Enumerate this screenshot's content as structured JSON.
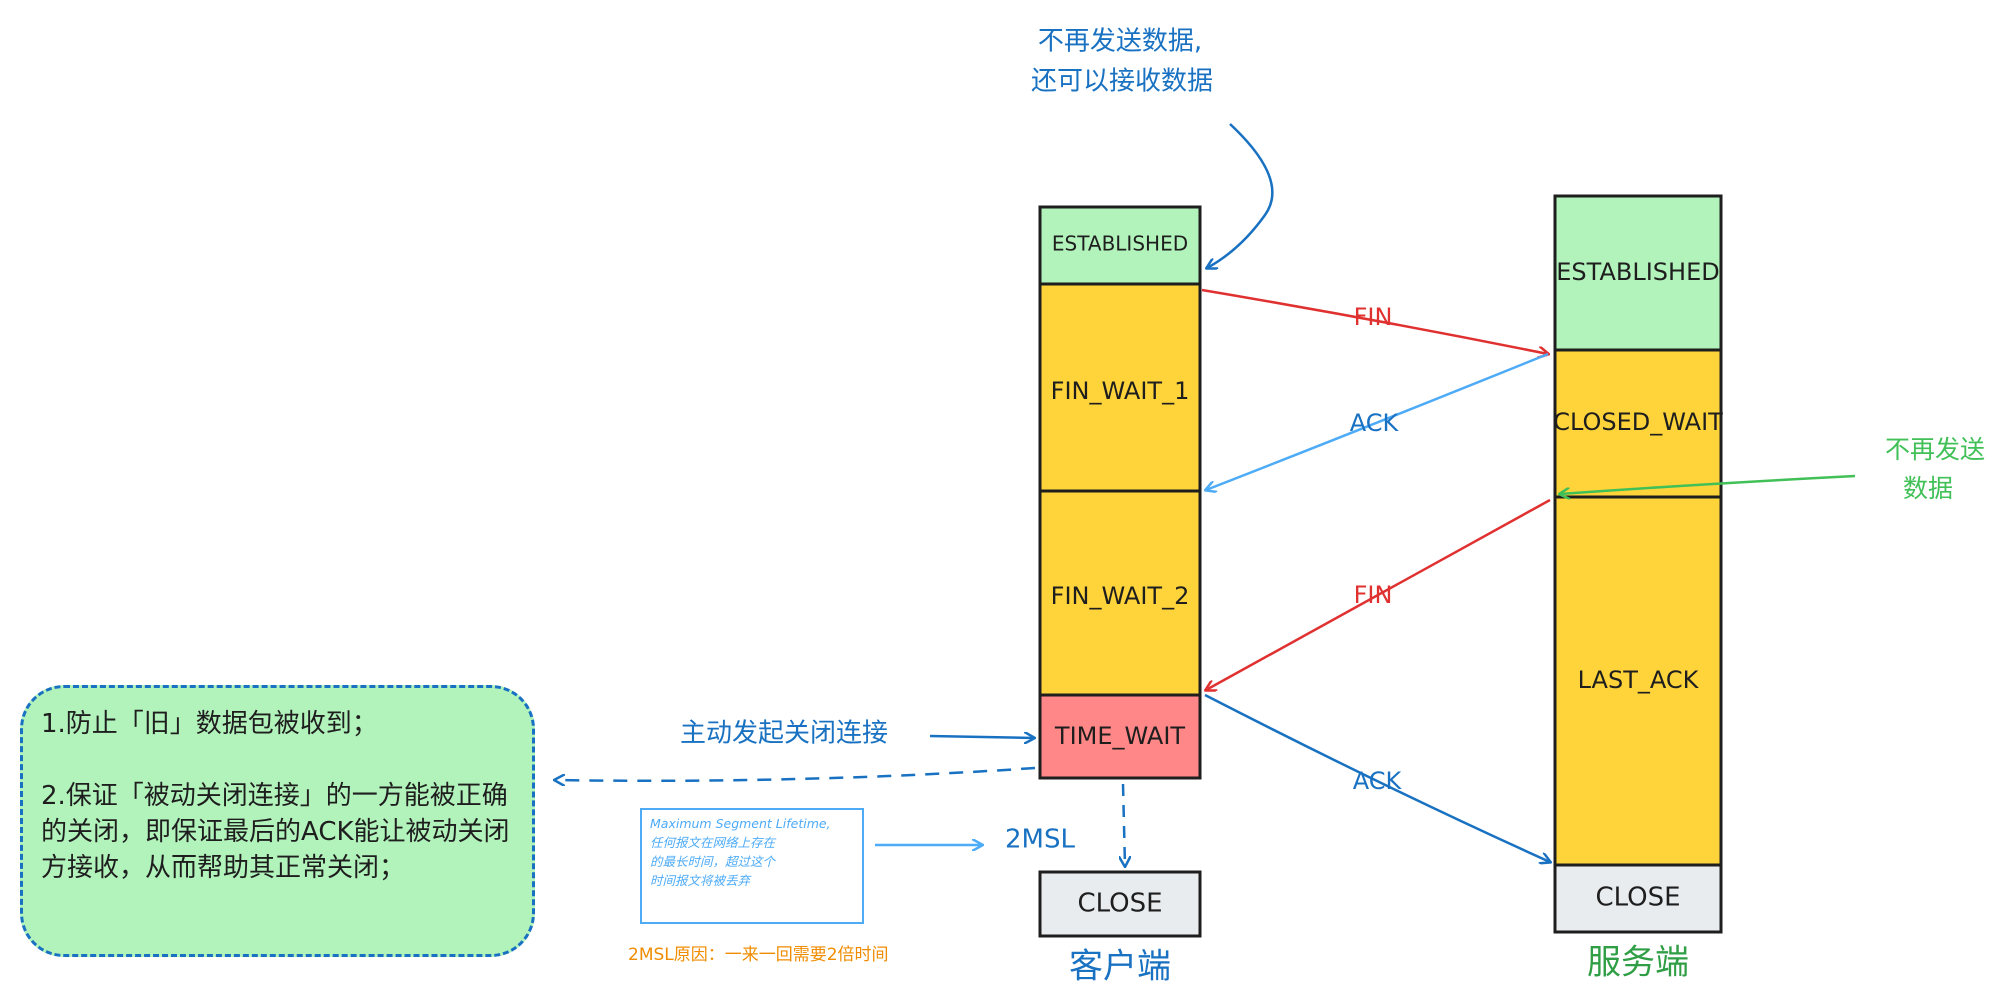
{
  "colors": {
    "established": "#b2f2bb",
    "wait": "#ffd43b",
    "time_wait": "#ff8787",
    "close": "#e9ecef",
    "fin_arrow": "#e03131",
    "ack_arrow": "#4dabf7",
    "ack_arrow_dark": "#1971c2",
    "note_blue": "#1971c2",
    "note_green": "#40c057",
    "note_orange": "#f08c00",
    "server_title": "#2f9e44"
  },
  "client": {
    "title": "客户端",
    "states": {
      "established": "ESTABLISHED",
      "fin_wait_1": "FIN_WAIT_1",
      "fin_wait_2": "FIN_WAIT_2",
      "time_wait": "TIME_WAIT",
      "close": "CLOSE"
    }
  },
  "server": {
    "title": "服务端",
    "states": {
      "established": "ESTABLISHED",
      "closed_wait": "CLOSED_WAIT",
      "last_ack": "LAST_ACK",
      "close": "CLOSE"
    }
  },
  "arrows": {
    "fin_1": "FIN",
    "ack_1": "ACK",
    "fin_2": "FIN",
    "ack_2": "ACK"
  },
  "annotations": {
    "client_stop_line1": "不再发送数据,",
    "client_stop_line2": "还可以接收数据",
    "server_stop_line1": "不再发送",
    "server_stop_line2": "数据",
    "active_close": "主动发起关闭连接",
    "two_msl": "2MSL",
    "two_msl_reason": "2MSL原因：一来一回需要2倍时间",
    "msl_line1": "Maximum Segment Lifetime,",
    "msl_line2": "任何报文在网络上存在",
    "msl_line3": "的最长时间，超过这个",
    "msl_line4": "时间报文将被丢弃",
    "reason_1": "1.防止「旧」数据包被收到；",
    "reason_2": "2.保证「被动关闭连接」的一方能被正确的关闭，即保证最后的ACK能让被动关闭方接收，从而帮助其正常关闭；"
  }
}
